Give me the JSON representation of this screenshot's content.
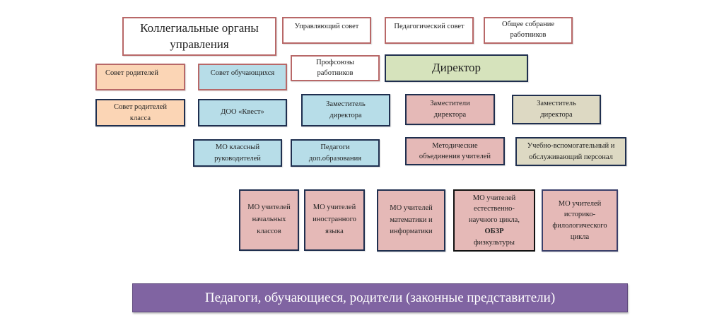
{
  "diagram": {
    "collegial_title": "Коллегиальные органы\nуправления",
    "governing_council": "Управляющий совет",
    "pedagogical_council": "Педагогический совет",
    "general_meeting": "Общее собрание\nработников",
    "parents_council": "Совет родителей",
    "students_council": "Совет обучающихся",
    "trade_union": "Профсоюзы\nработников",
    "director": "Директор",
    "class_parents_council": "Совет родителей\nкласса",
    "doo_kvest": "ДОО «Квест»",
    "deputy_blue": "Заместитель\nдиректора",
    "deputies_pink": "Заместители\nдиректора",
    "deputy_beige": "Заместитель\nдиректора",
    "mo_class_teachers": "МО классный\nруководителей",
    "additional_ed_teachers": "Педагоги\nдоп.образования",
    "methodical_associations": "Методические\nобъединения учителей",
    "support_staff": "Учебно-вспомогательный и\nобслуживающий персонал",
    "mo_primary": "МО учителей\nначальных\nклассов",
    "mo_foreign": "МО учителей\nиностранного\nязыка",
    "mo_math": "МО учителей\nматематики и\nинформатики",
    "mo_science_l1": "МО учителей\nестественно-\nнаучного цикла,",
    "mo_science_bold": "ОБЗР",
    "mo_science_l2": "физкультуры",
    "mo_humanities": "МО учителей\nисторико-\nфилологического\nцикла",
    "bottom_bar": "Педагоги, обучающиеся, родители (законные представители)"
  },
  "colors": {
    "peach": "#fbd5b5",
    "blue": "#b7dde8",
    "green": "#d6e3bc",
    "pink": "#e5b9b7",
    "beige": "#ddd9c3",
    "purple": "#8064a2",
    "red_border": "#b86868",
    "navy_border": "#1f2f4f"
  }
}
